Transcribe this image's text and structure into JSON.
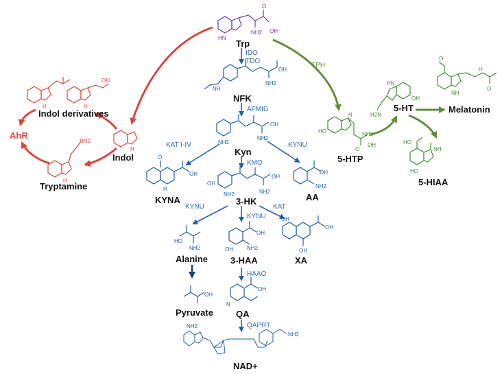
{
  "colors": {
    "tryptophan": "#7b35b5",
    "kynurenine": "#1f5fa8",
    "serotonin": "#3f8f2f",
    "indole": "#d8453d",
    "label": "#111111",
    "serotonin_arrow": "#5f8f3a"
  },
  "compounds": {
    "trp": "Trp",
    "nfk": "NFK",
    "kyn": "Kyn",
    "kyna": "KYNA",
    "aa": "AA",
    "hk3": "3-HK",
    "alanine": "Alanine",
    "haa3": "3-HAA",
    "xa": "XA",
    "pyruvate": "Pyruvate",
    "qa": "QA",
    "nad": "NAD+",
    "htp5": "5-HTP",
    "ht5": "5-HT",
    "melatonin": "Melatonin",
    "hiaa5": "5-HIAA",
    "indol_derivatives": "Indol derivatives",
    "indol": "Indol",
    "tryptamine": "Tryptamine",
    "ahr": "AhR"
  },
  "enzymes": {
    "ido": "IDO",
    "tdo": "TDO",
    "afmid": "AFMID",
    "kat_i_iv": "KAT I-IV",
    "kynu_aa": "KYNU",
    "kmo": "KMO",
    "kynu_alanine": "KYNU",
    "kynu_haa": "KYNU",
    "kat_xa": "KAT",
    "haao": "HAAO",
    "qaprt": "QAPRT",
    "tph": "TPH"
  }
}
